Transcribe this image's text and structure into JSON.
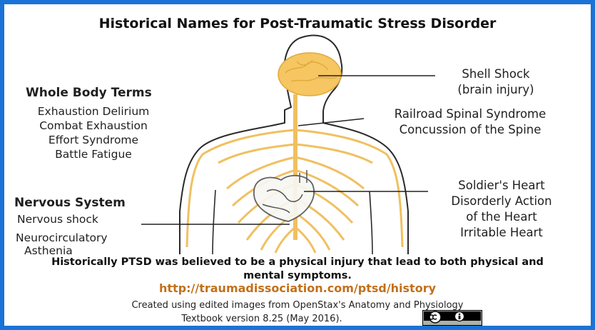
{
  "title": "Historical Names for Post-Traumatic Stress Disorder",
  "whole_body": {
    "heading": "Whole Body Terms",
    "items": [
      "Exhaustion Delirium",
      "Combat Exhaustion",
      "Effort Syndrome",
      "Battle Fatigue"
    ]
  },
  "nervous_system": {
    "heading": "Nervous System",
    "items": [
      "Nervous shock",
      "Neurocirculatory",
      "Asthenia"
    ]
  },
  "brain_label": {
    "line1": "Shell Shock",
    "line2": "(brain injury)"
  },
  "spine_label": {
    "line1": "Railroad Spinal Syndrome",
    "line2": "Concussion of the Spine"
  },
  "heart_label": {
    "line1": "Soldier's Heart",
    "line2": "Disorderly Action",
    "line3": "of the Heart",
    "line4": "Irritable Heart"
  },
  "footer": {
    "statement": "Historically PTSD was believed to be a physical injury that lead to both physical and mental symptoms.",
    "url": "http://traumadissociation.com/ptsd/history",
    "credit_line1": "Created using edited images from OpenStax's Anatomy and Physiology",
    "credit_line2": "Textbook version 8.25 (May 2016)."
  },
  "colors": {
    "frame": "#1a73d6",
    "nerves": "#f0c060",
    "brain": "#f5c662",
    "outline": "#2a2a2a",
    "url": "#c2701a"
  },
  "icons": {
    "license_badge": "creative-commons-by-icon"
  }
}
